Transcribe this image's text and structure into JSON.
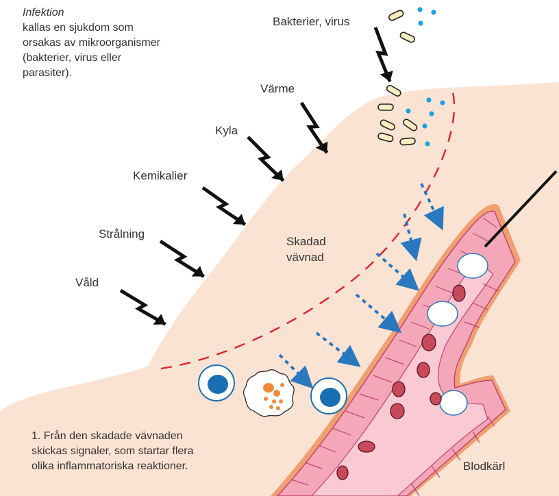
{
  "intro": {
    "title": "Infektion",
    "lines": [
      "kallas en sjukdom som",
      "orsakas av mikroorganismer",
      "(bakterier, virus eller",
      "parasiter)."
    ]
  },
  "labels": {
    "pathogens": "Bakterier, virus",
    "heat": "Värme",
    "cold": "Kyla",
    "chemicals": "Kemikalier",
    "radiation": "Strålning",
    "violence": "Våld",
    "damaged_tissue_1": "Skadad",
    "damaged_tissue_2": "vävnad",
    "blood_vessel": "Blodkärl"
  },
  "caption": {
    "lines": [
      "1.  Från den skadade vävnaden",
      "skickas signaler, som startar flera",
      "olika inflammatoriska reaktioner."
    ]
  },
  "colors": {
    "tissue": "#fbe3d3",
    "vessel_wall": "#f4a7b9",
    "vessel_outline": "#c0456b",
    "vessel_lumen": "#f9c9d4",
    "vessel_border": "#f0a070",
    "dashed_line": "#e0202a",
    "signal_arrow": "#2a78c0",
    "arrow": "#111111",
    "bacteria_fill": "#f6edc0",
    "virus": "#1aa3e0",
    "white_cell_nucleus": "#1a6fb3",
    "mast_cell_granules": "#f08a3a",
    "red_cell": "#c84a5a"
  }
}
